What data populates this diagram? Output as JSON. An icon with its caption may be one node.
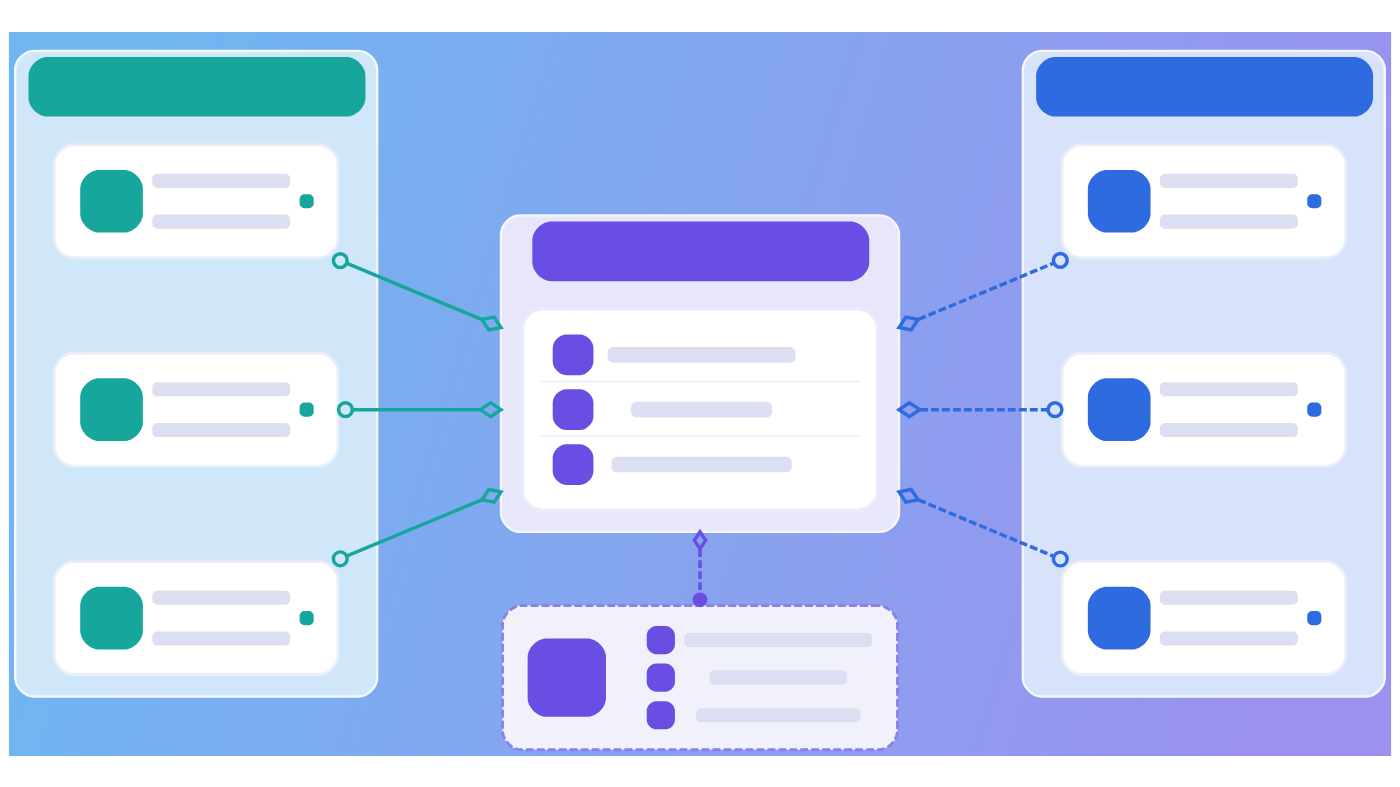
{
  "diagram": {
    "nodes": [
      {
        "text": [],
        "shape": "box"
      },
      {
        "text": [],
        "shape": "box",
        "in": 0
      },
      {
        "text": [],
        "shape": "box",
        "in": 0
      },
      {
        "text": [],
        "shape": "box",
        "in": 0
      },
      {
        "text": [],
        "shape": "box"
      },
      {
        "text": [],
        "shape": "box",
        "in": 4
      },
      {
        "text": [],
        "shape": "box"
      },
      {
        "text": [],
        "shape": "box"
      },
      {
        "text": [],
        "shape": "box",
        "in": 7
      },
      {
        "text": [],
        "shape": "box",
        "in": 7
      },
      {
        "text": [],
        "shape": "box",
        "in": 7
      }
    ],
    "edges": [
      {
        "from": 1,
        "to": 4,
        "arrow": "other",
        "color": "#17a69c"
      },
      {
        "from": 2,
        "to": 4,
        "arrow": "other",
        "color": "#17a69c"
      },
      {
        "from": 3,
        "to": 4,
        "arrow": "other",
        "color": "#17a69c"
      },
      {
        "from": 4,
        "to": 8,
        "arrow": "other",
        "style": "dashed",
        "color": "#2e6be0"
      },
      {
        "from": 4,
        "to": 9,
        "arrow": "other",
        "style": "dashed",
        "color": "#2e6be0"
      },
      {
        "from": 4,
        "to": 10,
        "arrow": "other",
        "style": "dashed",
        "color": "#2e6be0"
      },
      {
        "from": 4,
        "to": 6,
        "arrow": "other",
        "style": "dashed",
        "color": "#6a4ee4"
      }
    ]
  }
}
